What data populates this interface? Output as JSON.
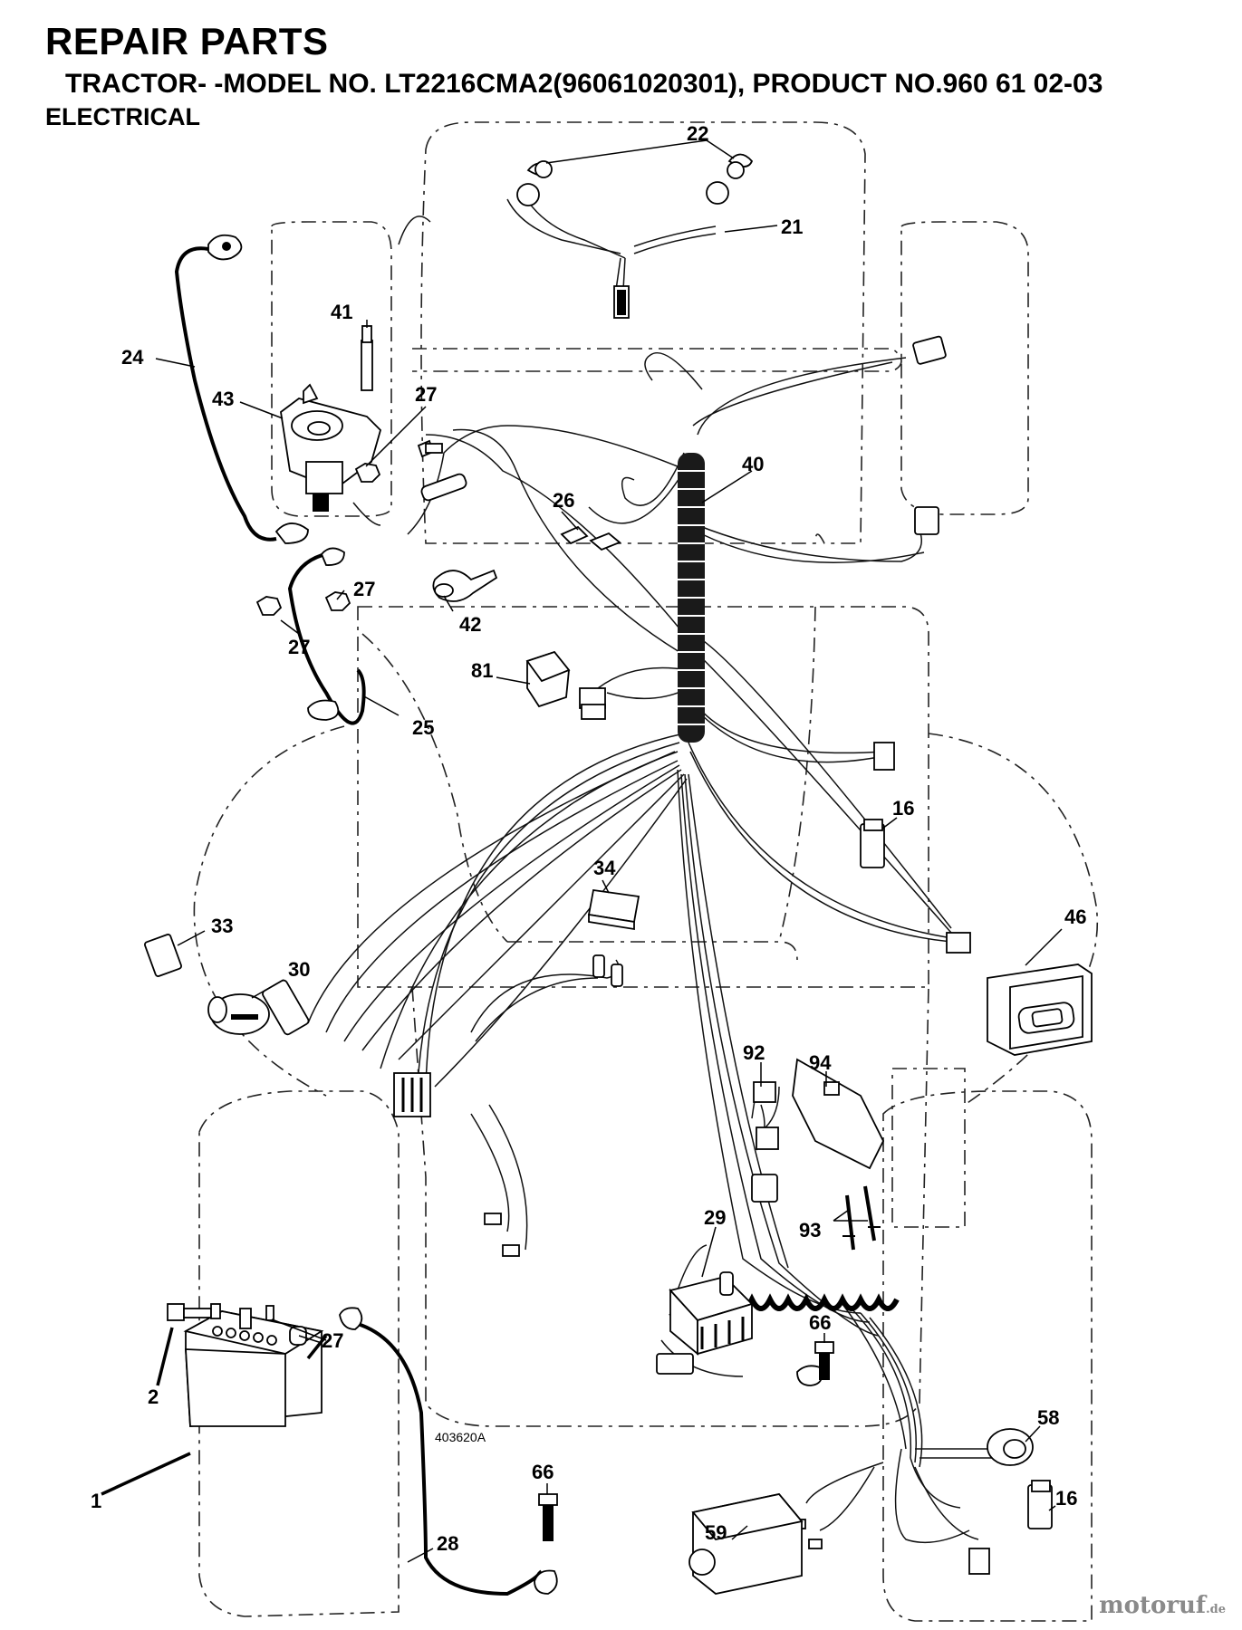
{
  "header": {
    "title": "REPAIR PARTS",
    "subtitle": "TRACTOR- -MODEL NO. LT2216CMA2(96061020301), PRODUCT NO.960 61 02-03",
    "section": "ELECTRICAL"
  },
  "diagram_code": "403620A",
  "watermark": {
    "main": "motoruf",
    "suffix": ".de"
  },
  "callouts": {
    "c22": "22",
    "c21": "21",
    "c41": "41",
    "c24": "24",
    "c43": "43",
    "c27a": "27",
    "c27b": "27",
    "c27c": "27",
    "c27d": "27",
    "c40": "40",
    "c26": "26",
    "c42": "42",
    "c81": "81",
    "c25": "25",
    "c16a": "16",
    "c16b": "16",
    "c34": "34",
    "c33": "33",
    "c30": "30",
    "c46": "46",
    "c92": "92",
    "c94": "94",
    "c93": "93",
    "c29": "29",
    "c66a": "66",
    "c66b": "66",
    "c58": "58",
    "c2": "2",
    "c1": "1",
    "c28": "28",
    "c59": "59"
  }
}
